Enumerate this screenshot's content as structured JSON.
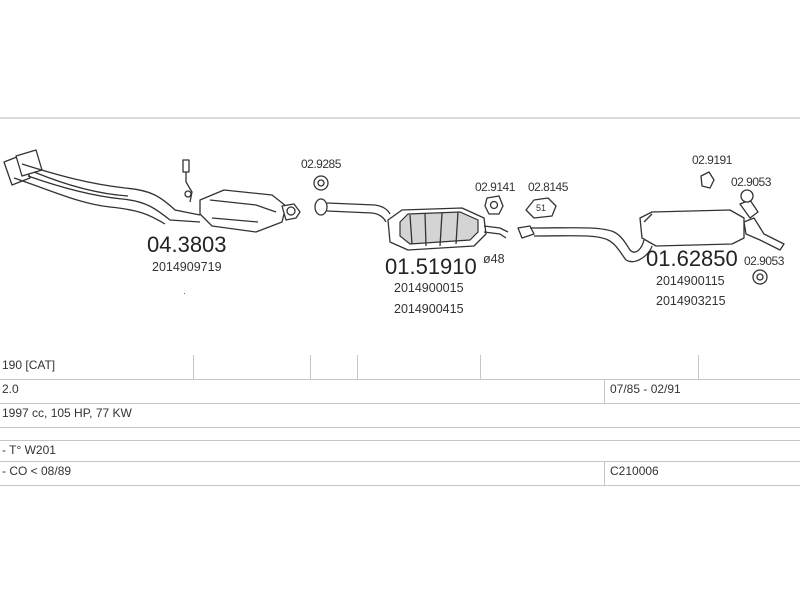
{
  "parts": [
    {
      "number": "04.3803",
      "refs": [
        "2014909719"
      ]
    },
    {
      "number": "01.51910",
      "refs": [
        "2014900015",
        "2014900415"
      ]
    },
    {
      "number": "01.62850",
      "refs": [
        "2014900115",
        "2014903215"
      ]
    }
  ],
  "small_parts": [
    "02.9285",
    "02.9141",
    "02.8145",
    "02.9191",
    "02.9053",
    "02.9053"
  ],
  "clamp_text": "51",
  "diameter_label": "ø48",
  "table": {
    "model": "190  [CAT]",
    "engine": "2.0",
    "production": "07/85 - 02/91",
    "specs": "1997 cc, 105 HP, 77 KW",
    "type": "- T° W201",
    "emission": "- CO < 08/89",
    "code": "C210006"
  }
}
